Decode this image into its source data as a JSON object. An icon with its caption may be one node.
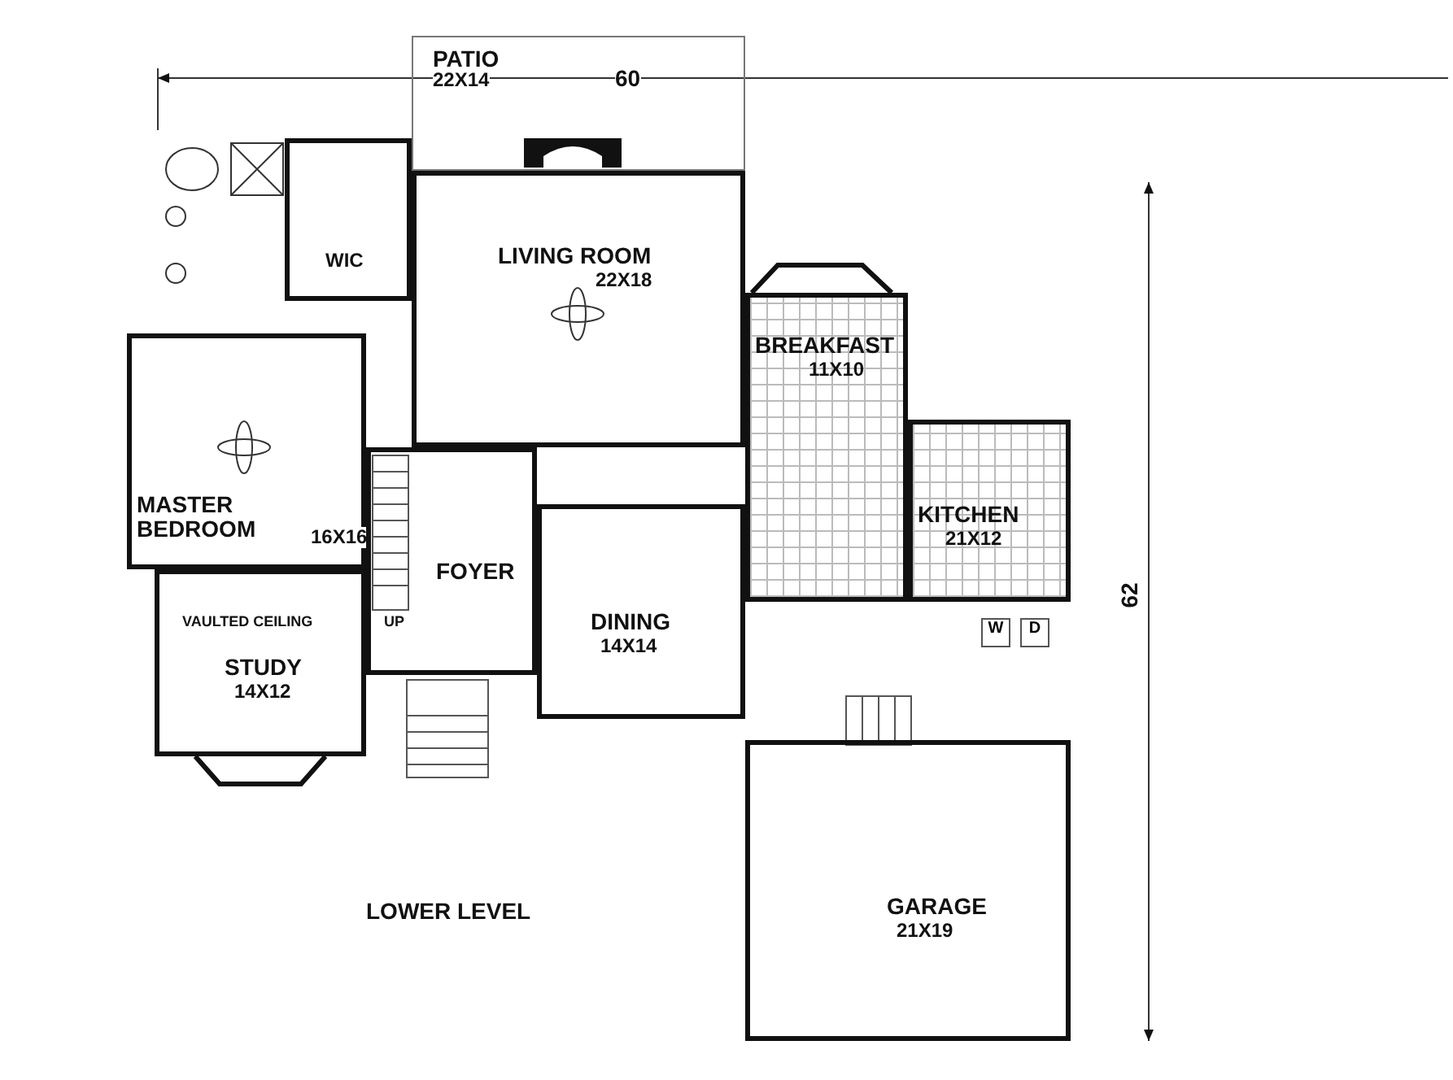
{
  "diagram": {
    "nodes": [
      {
        "text": [
          "PATIO",
          "22X14"
        ]
      },
      {
        "text": [
          "WIC"
        ]
      },
      {
        "text": [
          "LIVING ROOM",
          "22X18"
        ]
      },
      {
        "text": [
          "BREAKFAST",
          "11X10"
        ]
      },
      {
        "text": [
          "MASTER BEDROOM",
          "16X16"
        ]
      },
      {
        "text": [
          "KITCHEN",
          "21X12"
        ]
      },
      {
        "text": [
          "FOYER"
        ]
      },
      {
        "text": [
          "DINING",
          "14X14"
        ]
      },
      {
        "text": [
          "STUDY",
          "14X12"
        ]
      },
      {
        "text": [
          "W"
        ]
      },
      {
        "text": [
          "D"
        ]
      },
      {
        "text": [
          "GARAGE",
          "21X19"
        ]
      }
    ],
    "edges": [],
    "labels": [
      "60",
      "62",
      "VAULTED CEILING",
      "UP",
      "LOWER LEVEL"
    ]
  }
}
